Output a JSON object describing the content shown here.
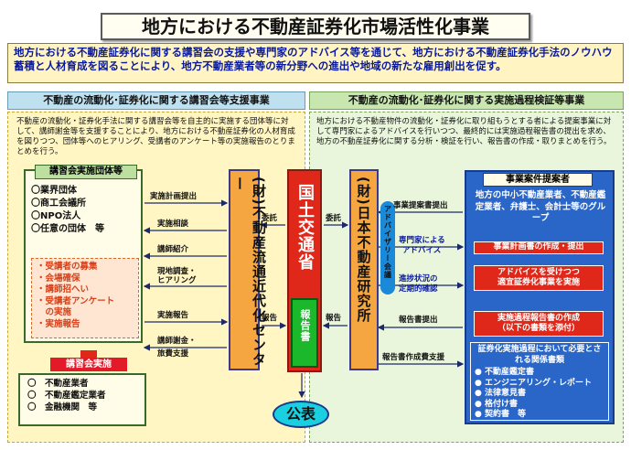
{
  "title": "地方における不動産証券化市場活性化事業",
  "intro": "地方における不動産証券化に関する講習会の支援や専門家のアドバイス等を通じて、地方における不動産証券化手法のノウハウ蓄積と人材育成を図ることにより、地方不動産業者等の新分野への進出や地域の新たな雇用創出を促す。",
  "left": {
    "heading": "不動産の流動化･証券化に関する講習会等支援事業",
    "description": "不動産の流動化・証券化手法に関する講習会等を自主的に実施する団体等に対して、講師謝金等を支援することにより、地方における不動産証券化の人材育成を図りつつ、団体等へのヒアリング、受講者のアンケート等の実施報告のとりまとめを行う。",
    "org_title": "講習会実施団体等",
    "orgs": [
      "〇業界団体",
      "〇商工会議所",
      "〇NPO法人",
      "〇任意の団体　等"
    ],
    "tasks": [
      "・受講者の募集",
      "・会場確保",
      "・講師招へい",
      "・受講者アンケート",
      "　の実施",
      "・実施報告"
    ],
    "kouka_label": "講習会実施",
    "participants": [
      "〇　不動産業者",
      "〇　不動産鑑定業者",
      "〇　金融機関　等"
    ],
    "flows": [
      "実施計画提出",
      "実施相談",
      "講師紹介",
      "現地調査・",
      "ヒアリング",
      "実施報告",
      "講師謝金・",
      "旅費支援"
    ],
    "center_org": "(財)不動産流通近代化センター",
    "itaku": "委託",
    "houkoku": "報告"
  },
  "center": {
    "ministry": "国土交通省",
    "report": "報告書",
    "kokai": "公表"
  },
  "right": {
    "heading": "不動産の流動化･証券化に関する実施過程検証等事業",
    "description": "地方における不動産物件の流動化・証券化に取り組もうとする者による提案事業に対して専門家によるアドバイスを行いつつ、最終的には実施過程報告書の提出を求め、地方の不動産証券化に関する分析・検証を行い、報告書の作成・取りまとめを行う。",
    "center_org": "(財)日本不動産研究所",
    "itaku": "委託",
    "houkoku": "報告",
    "advisory": "アドバイザリー会議",
    "flows": [
      "事業提案書提出",
      "専門家による",
      "アドバイス",
      "進捗状況の",
      "定期的確認",
      "報告書提出",
      "報告書作成費支援"
    ],
    "proposer_title": "事業案件提案者",
    "proposer_desc": "地方の中小不動産業者、不動産鑑定業者、弁護士、会計士等のグループ",
    "steps": [
      "事業計画書の作成・提出",
      "アドバイスを受けつつ",
      "適宜証券化事業を実施",
      "実施過程報告書の作成",
      "（以下の書類を添付）"
    ],
    "docs_title": "証券化実施過程において必要とされる関係書類",
    "docs": [
      "● 不動産鑑定書",
      "● エンジニアリング・レポート",
      "● 法律意見書",
      "● 格付け書",
      "● 契約書　等"
    ]
  },
  "colors": {
    "accent_red": "#e0281a",
    "blue_panel": "#2a66c8",
    "orange_box": "#f6a640"
  }
}
